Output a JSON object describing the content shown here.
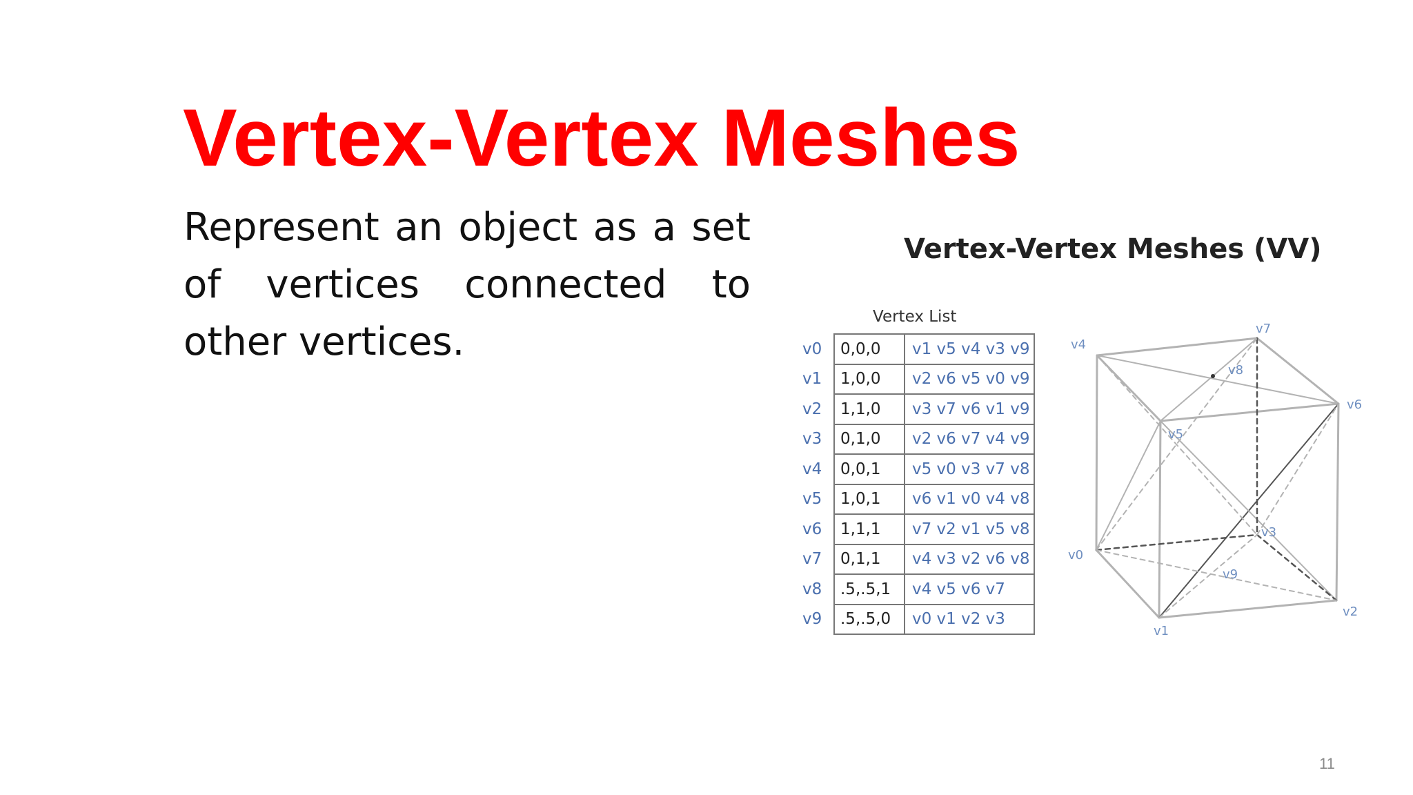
{
  "slide": {
    "title": "Vertex-Vertex Meshes",
    "body": "Represent an object as a set of vertices connected to other vertices.",
    "page_number": "11"
  },
  "figure": {
    "title": "Vertex-Vertex Meshes (VV)",
    "table_title": "Vertex List",
    "rows": [
      {
        "id": "v0",
        "coord": "0,0,0",
        "neighbors": "v1 v5 v4 v3 v9"
      },
      {
        "id": "v1",
        "coord": "1,0,0",
        "neighbors": "v2 v6 v5 v0 v9"
      },
      {
        "id": "v2",
        "coord": "1,1,0",
        "neighbors": "v3 v7 v6 v1 v9"
      },
      {
        "id": "v3",
        "coord": "0,1,0",
        "neighbors": "v2 v6 v7 v4 v9"
      },
      {
        "id": "v4",
        "coord": "0,0,1",
        "neighbors": "v5 v0 v3 v7 v8"
      },
      {
        "id": "v5",
        "coord": "1,0,1",
        "neighbors": "v6 v1 v0 v4 v8"
      },
      {
        "id": "v6",
        "coord": "1,1,1",
        "neighbors": "v7 v2 v1 v5 v8"
      },
      {
        "id": "v7",
        "coord": "0,1,1",
        "neighbors": "v4 v3 v2 v6 v8"
      },
      {
        "id": "v8",
        "coord": ".5,.5,1",
        "neighbors": "v4 v5 v6 v7"
      },
      {
        "id": "v9",
        "coord": ".5,.5,0",
        "neighbors": "v0 v1 v2 v3"
      }
    ],
    "cube_labels": [
      "v4",
      "v7",
      "v8",
      "v6",
      "v5",
      "v0",
      "v3",
      "v9",
      "v1",
      "v2"
    ],
    "colors": {
      "title": "#ff0000",
      "id_text": "#4a6fae",
      "edge": "#b3b3b3",
      "hidden_edge": "#555555"
    }
  }
}
